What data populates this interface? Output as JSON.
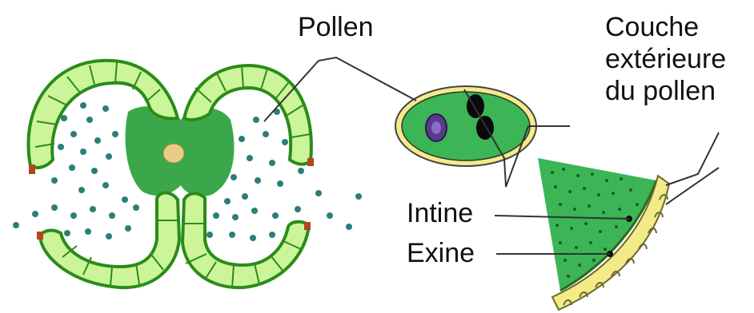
{
  "labels": {
    "pollen": "Pollen",
    "outer_layer_line1": "Couche",
    "outer_layer_line2": "extérieure",
    "outer_layer_line3": "du pollen",
    "intine": "Intine",
    "exine": "Exine"
  },
  "colors": {
    "anther_wall": "#ccf59a",
    "anther_wall_edge": "#2a8c1a",
    "anther_center": "#3aa84a",
    "pollen_dot": "#2e7d78",
    "pollen_grain": "#3cb556",
    "exine": "#f3ea8a",
    "nucleus_dark": "#0a0a0a",
    "nucleus_purple": "#5b3a8e"
  }
}
